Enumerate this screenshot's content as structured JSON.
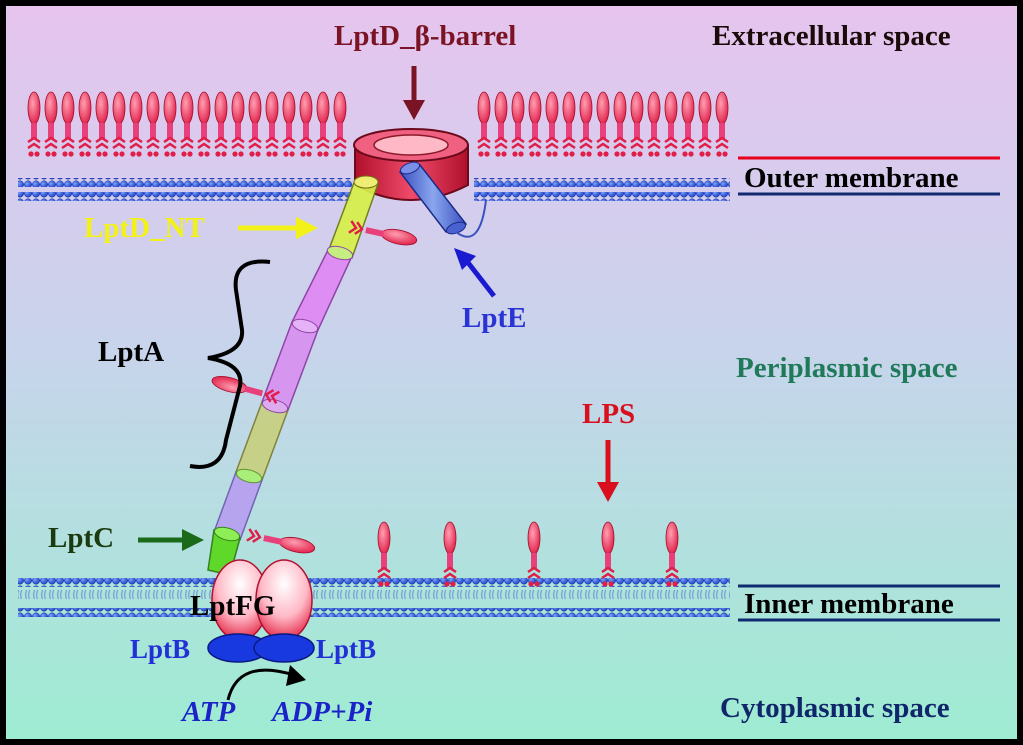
{
  "regions": {
    "extracellular": "Extracellular space",
    "outer_membrane": "Outer membrane",
    "periplasmic": "Periplasmic space",
    "inner_membrane": "Inner membrane",
    "cytoplasmic": "Cytoplasmic space"
  },
  "proteins": {
    "lptd_barrel": "LptD_β-barrel",
    "lptd_nt": "LptD_NT",
    "lpte": "LptE",
    "lpta": "LptA",
    "lptc": "LptC",
    "lptfg": "LptFG",
    "lptb_left": "LptB",
    "lptb_right": "LptB",
    "lps": "LPS"
  },
  "reaction": {
    "substrate": "ATP",
    "product": "ADP+Pi"
  },
  "colors": {
    "top_bg": "#e4c6ec",
    "mid_bg": "#c8d8ea",
    "bottom_bg": "#a6ead4",
    "lipid_head": "#1f4fd6",
    "lps_red": "#e4224a",
    "outer_line_red": "#e8001c",
    "inner_line_navy": "#102a70",
    "lptd_barrel_label": "#7a1424",
    "lptd_nt_label": "#f2f21a",
    "lpte_label": "#2a34d4",
    "lptc_label": "#1a5a1a",
    "periplasmic_label": "#1f7a5a",
    "lps_label": "#d8101e",
    "cytoplasmic_label": "#10266a",
    "lptb_label": "#2230d8",
    "reaction_label": "#1a22c8"
  }
}
